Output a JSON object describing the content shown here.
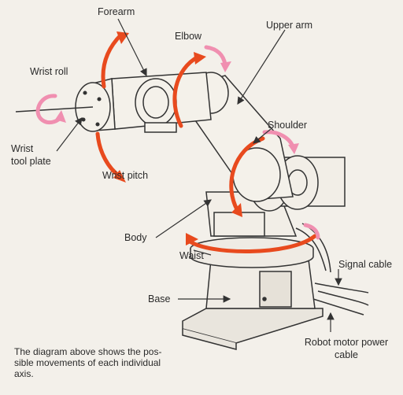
{
  "labels": {
    "forearm": "Forearm",
    "elbow": "Elbow",
    "upper_arm": "Upper arm",
    "wrist_roll": "Wrist roll",
    "shoulder": "Shoulder",
    "wrist_tool_plate_line1": "Wrist",
    "wrist_tool_plate_line2": "tool plate",
    "wrist_pitch": "Wrist pitch",
    "body": "Body",
    "waist": "Waist",
    "signal_cable": "Signal cable",
    "base": "Base",
    "motor_cable_line1": "Robot motor power",
    "motor_cable_line2": "cable"
  },
  "caption": {
    "line1": "The diagram above shows the pos-",
    "line2": "sible movements of each individual",
    "line3": "axis."
  },
  "colors": {
    "rotation_arrow": "#e84a1e",
    "roll_arrow": "#f08fb0",
    "outline": "#333333",
    "background": "#f3f0ea",
    "body_shade": "#ebe7e0"
  }
}
